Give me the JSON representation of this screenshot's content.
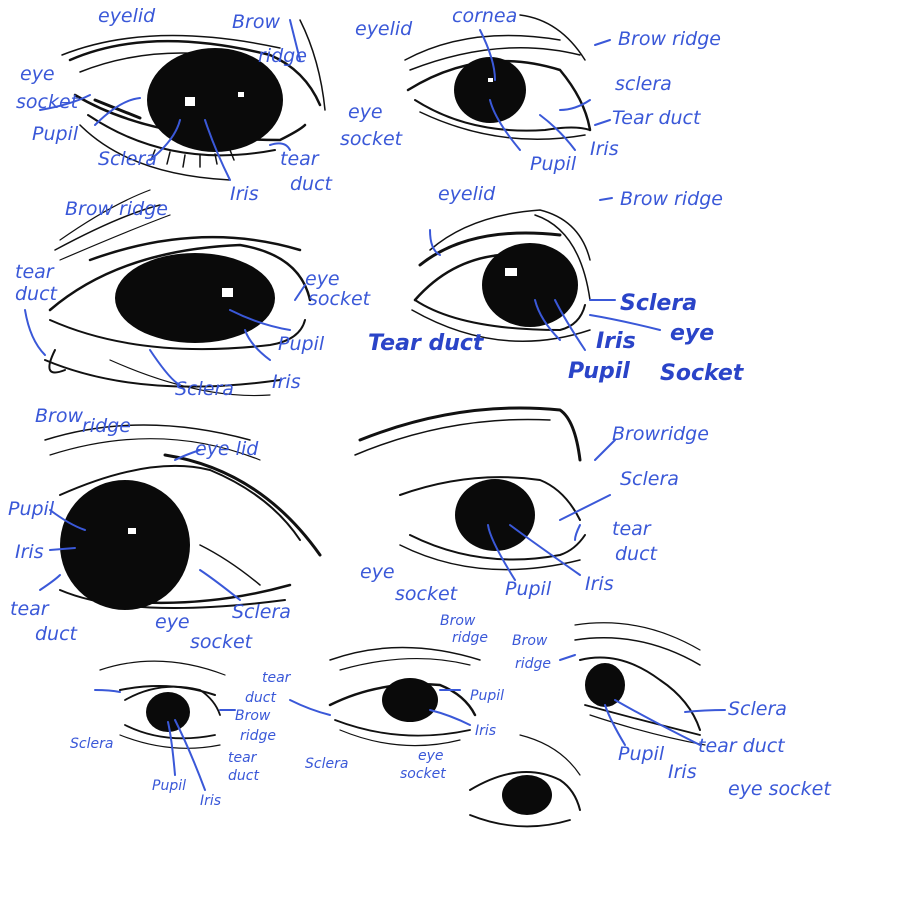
{
  "colors": {
    "ink": "#111111",
    "label_blue": "#3a58d8",
    "background": "#ffffff"
  },
  "sketches": [
    {
      "labels": {
        "eyelid": "eyelid",
        "brow_ridge_1": "Brow",
        "brow_ridge_2": "ridge",
        "eye_socket_1": "eye",
        "eye_socket_2": "socket",
        "pupil": "Pupil",
        "sclera": "Sclera",
        "iris": "Iris",
        "tear_duct_1": "tear",
        "tear_duct_2": "duct"
      }
    },
    {
      "labels": {
        "eyelid": "eyelid",
        "cornea": "cornea",
        "brow_ridge": "Brow ridge",
        "sclera": "sclera",
        "tear_duct": "Tear duct",
        "eye_socket_1": "eye",
        "eye_socket_2": "socket",
        "pupil": "Pupil",
        "iris": "Iris"
      }
    },
    {
      "labels": {
        "brow_ridge": "Brow ridge",
        "tear_duct_1": "tear",
        "tear_duct_2": "duct",
        "eye_socket_1": "eye",
        "eye_socket_2": "socket",
        "pupil": "Pupil",
        "sclera": "Sclera",
        "iris": "Iris"
      }
    },
    {
      "labels": {
        "eyelid": "eyelid",
        "brow_ridge": "Brow ridge",
        "sclera": "Sclera",
        "eye_socket_1": "eye",
        "eye_socket_2": "Socket",
        "tear_duct": "Tear duct",
        "iris": "Iris",
        "pupil": "Pupil"
      }
    },
    {
      "labels": {
        "brow_ridge_1": "Brow",
        "brow_ridge_2": "ridge",
        "eyelid": "eye lid",
        "pupil": "Pupil",
        "iris": "Iris",
        "tear_duct_1": "tear",
        "tear_duct_2": "duct",
        "eye_socket_1": "eye",
        "eye_socket_2": "socket",
        "sclera": "Sclera"
      }
    },
    {
      "labels": {
        "brow_ridge": "Browridge",
        "sclera": "Sclera",
        "tear_duct_1": "tear",
        "tear_duct_2": "duct",
        "eye_socket_1": "eye",
        "eye_socket_2": "socket",
        "pupil": "Pupil",
        "iris": "Iris"
      }
    },
    {
      "labels": {
        "sclera": "Sclera",
        "pupil": "Pupil",
        "iris": "Iris",
        "tear_duct_1": "tear",
        "tear_duct_2": "duct",
        "brow_ridge_1": "Brow",
        "brow_ridge_2": "ridge"
      }
    },
    {
      "labels": {
        "tear_duct_1": "tear",
        "tear_duct_2": "duct",
        "sclera": "Sclera",
        "brow_ridge_1": "Brow",
        "brow_ridge_2": "ridge",
        "pupil": "Pupil",
        "iris": "Iris",
        "eye_socket_1": "eye",
        "eye_socket_2": "socket"
      }
    },
    {
      "labels": {
        "brow_ridge_1": "Brow",
        "brow_ridge_2": "ridge",
        "sclera": "Sclera",
        "tear_duct": "tear duct",
        "eye_socket": "eye socket",
        "pupil": "Pupil",
        "iris": "Iris"
      }
    },
    {
      "labels": {}
    }
  ]
}
